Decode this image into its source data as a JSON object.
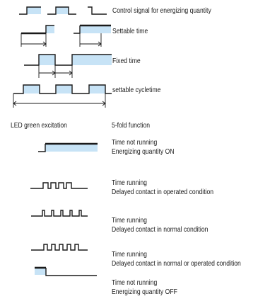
{
  "legend": {
    "control_signal": "Control signal for energizing quantity",
    "settable_time": "Settable time",
    "fixed_time": "Fixed time",
    "settable_cycletime": "settable cycletime"
  },
  "headers": {
    "led": "LED green excitation",
    "function": "5-fold function"
  },
  "functions": [
    {
      "line1": "Time not running",
      "line2": "Energizing quantity ON"
    },
    {
      "line1": "Time running",
      "line2": "Delayed contact in operated condition"
    },
    {
      "line1": "Time running",
      "line2": "Delayed contact in normal condition"
    },
    {
      "line1": "Time running",
      "line2": "Delayed contact in normal or operated condition"
    },
    {
      "line1": "Time not running",
      "line2": "Energizing quantity OFF"
    }
  ],
  "colors": {
    "fill": "#c7e3f6",
    "line": "#1a1a1a"
  }
}
